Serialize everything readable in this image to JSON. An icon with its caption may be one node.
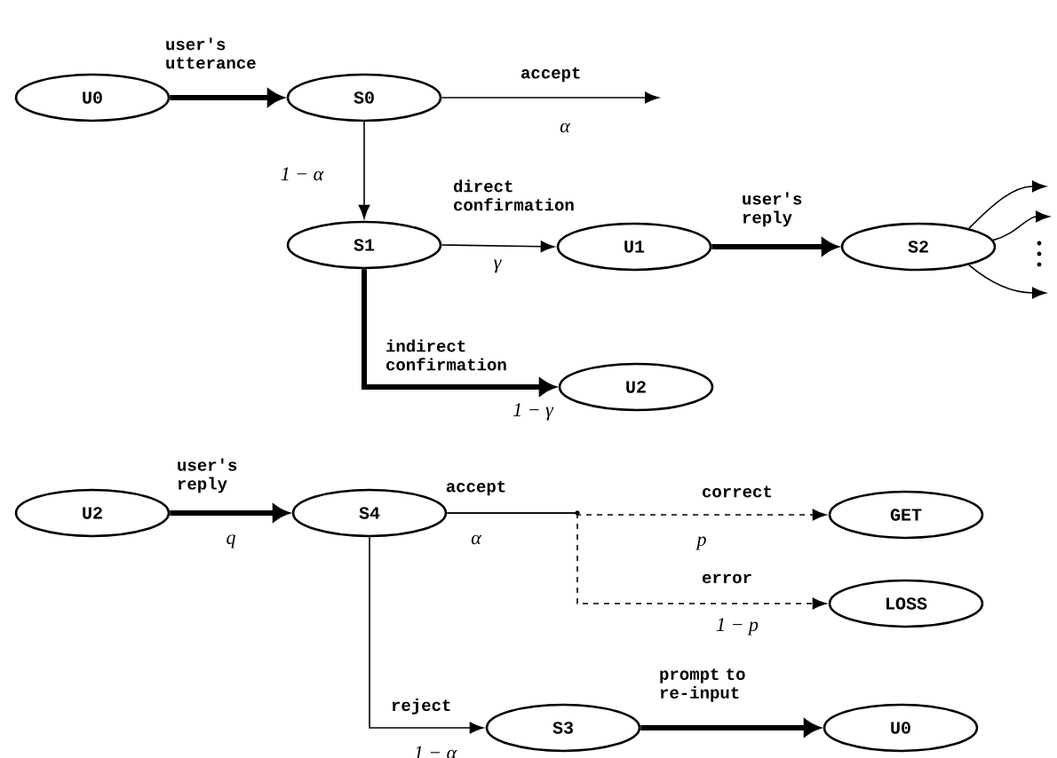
{
  "diagram": {
    "nodes": [
      {
        "text": [
          "U0"
        ]
      },
      {
        "text": [
          "S0"
        ]
      },
      {
        "text": [
          "S1"
        ]
      },
      {
        "text": [
          "U1"
        ]
      },
      {
        "text": [
          "S2"
        ]
      },
      {
        "text": [
          "U2"
        ]
      },
      {
        "text": [
          "U2"
        ]
      },
      {
        "text": [
          "S4"
        ]
      },
      {
        "text": [
          "GET"
        ]
      },
      {
        "text": [
          "LOSS"
        ]
      },
      {
        "text": [
          "S3"
        ]
      },
      {
        "text": [
          "U0"
        ]
      }
    ],
    "edges": [
      {
        "from": 0,
        "to": 1,
        "arrow": "to",
        "style": "thick",
        "label": "user's utterance"
      },
      {
        "from": 1,
        "to": null,
        "arrow": "to",
        "label": "accept"
      },
      {
        "from": 1,
        "to": 2,
        "arrow": "to"
      },
      {
        "from": 2,
        "to": 3,
        "arrow": "to",
        "label": "direct confirmation"
      },
      {
        "from": 3,
        "to": 4,
        "arrow": "to",
        "style": "thick",
        "label": "user's reply"
      },
      {
        "from": 4,
        "to": null,
        "arrow": "to"
      },
      {
        "from": 4,
        "to": null,
        "arrow": "to"
      },
      {
        "from": 4,
        "to": null,
        "arrow": "to"
      },
      {
        "from": 2,
        "to": 5,
        "arrow": "to",
        "style": "thick",
        "label": "indirect confirmation"
      },
      {
        "from": 6,
        "to": 7,
        "arrow": "to",
        "style": "thick",
        "label": "user's reply"
      },
      {
        "from": 7,
        "to": 8,
        "arrow": "to",
        "style": "dashed",
        "label": "correct"
      },
      {
        "from": 7,
        "to": 9,
        "arrow": "to",
        "style": "dashed",
        "label": "error"
      },
      {
        "from": 7,
        "to": 10,
        "arrow": "to",
        "label": "reject"
      },
      {
        "from": 10,
        "to": 11,
        "arrow": "to",
        "style": "thick",
        "label": "prompt to re-input"
      }
    ],
    "labels": [
      "α",
      "1 − α",
      "γ",
      "1 − γ",
      "q",
      "accept",
      "α",
      "p",
      "1 − p",
      "1 − α"
    ]
  }
}
